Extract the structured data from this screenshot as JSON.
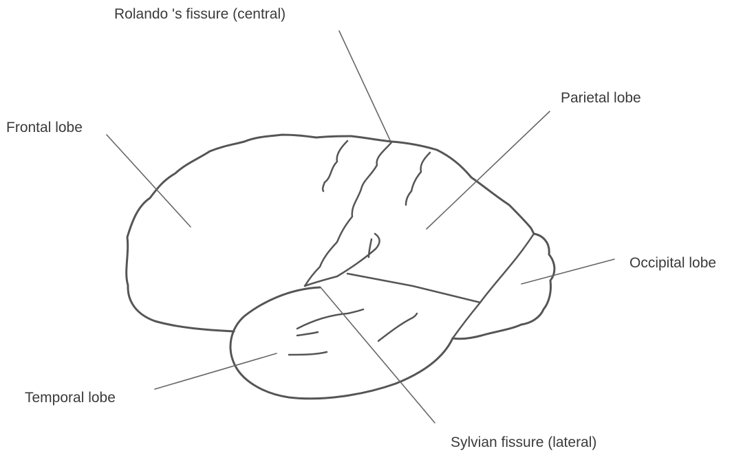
{
  "labels": {
    "rolando": "Rolando 's fissure (central)",
    "frontal": "Frontal lobe",
    "parietal": "Parietal lobe",
    "occipital": "Occipital lobe",
    "temporal": "Temporal lobe",
    "sylvian": "Sylvian fissure (lateral)"
  },
  "colors": {
    "outline": "#555555",
    "leader": "#666666",
    "text": "#3a3a3a",
    "background": "#ffffff"
  }
}
